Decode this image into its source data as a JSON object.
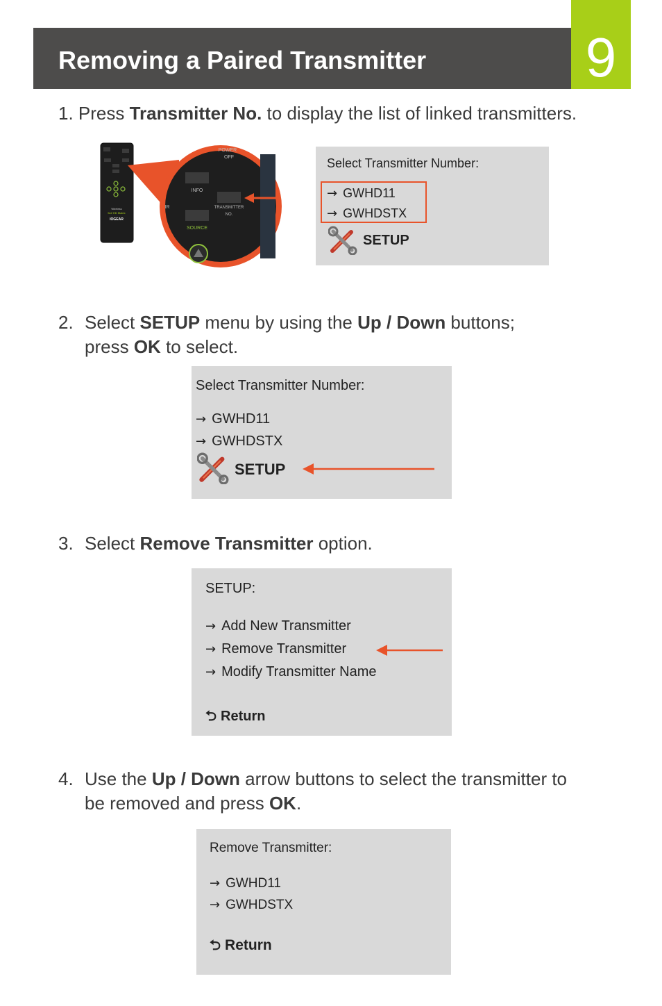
{
  "header": {
    "title": "Removing a Paired Transmitter",
    "page_number": "9"
  },
  "step1": {
    "num": "1.",
    "pre": "Press ",
    "bold1": "Transmitter No.",
    "post": " to display the list of linked transmitters.",
    "remote": {
      "power_label": "POWER",
      "off_label": "OFF",
      "info_label": "INFO",
      "ir_label": "IR",
      "transmitter_label": "TRANSMITTER",
      "no_label": "NO.",
      "source_label": "SOURCE",
      "brand_line1": "Wireless",
      "brand_line2": "5x2 HD Matrix",
      "brand_logo": "IOGEAR"
    },
    "panel": {
      "title": "Select Transmitter Number:",
      "items": [
        "GWHD11",
        "GWHDSTX"
      ],
      "setup": "SETUP"
    }
  },
  "step2": {
    "num": "2.",
    "line1_pre": "Select ",
    "line1_b1": "SETUP",
    "line1_mid": " menu by using the ",
    "line1_b2": "Up / Down",
    "line1_post": " buttons;",
    "line2_pre": "press ",
    "line2_b": "OK",
    "line2_post": " to select.",
    "panel": {
      "title": "Select Transmitter Number:",
      "items": [
        "GWHD11",
        "GWHDSTX"
      ],
      "setup": "SETUP"
    }
  },
  "step3": {
    "num": "3.",
    "pre": "Select ",
    "bold1": "Remove Transmitter",
    "post": " option.",
    "panel": {
      "title": "SETUP:",
      "items": [
        "Add New Transmitter",
        "Remove Transmitter",
        "Modify Transmitter Name"
      ],
      "return": "Return"
    }
  },
  "step4": {
    "num": "4.",
    "line1_pre": "Use the ",
    "line1_b": "Up / Down",
    "line1_post": " arrow buttons to select the transmitter to",
    "line2_pre": "be removed and press ",
    "line2_b": "OK",
    "line2_post": ".",
    "panel": {
      "title": "Remove Transmitter:",
      "items": [
        "GWHD11",
        "GWHDSTX"
      ],
      "return": "Return"
    }
  },
  "symbols": {
    "arrow": "→",
    "return": "⮌"
  },
  "colors": {
    "header_bg": "#4d4c4b",
    "tab_green": "#a8cf18",
    "highlight_orange": "#e8532a",
    "panel_gray": "#d9d9d9"
  }
}
